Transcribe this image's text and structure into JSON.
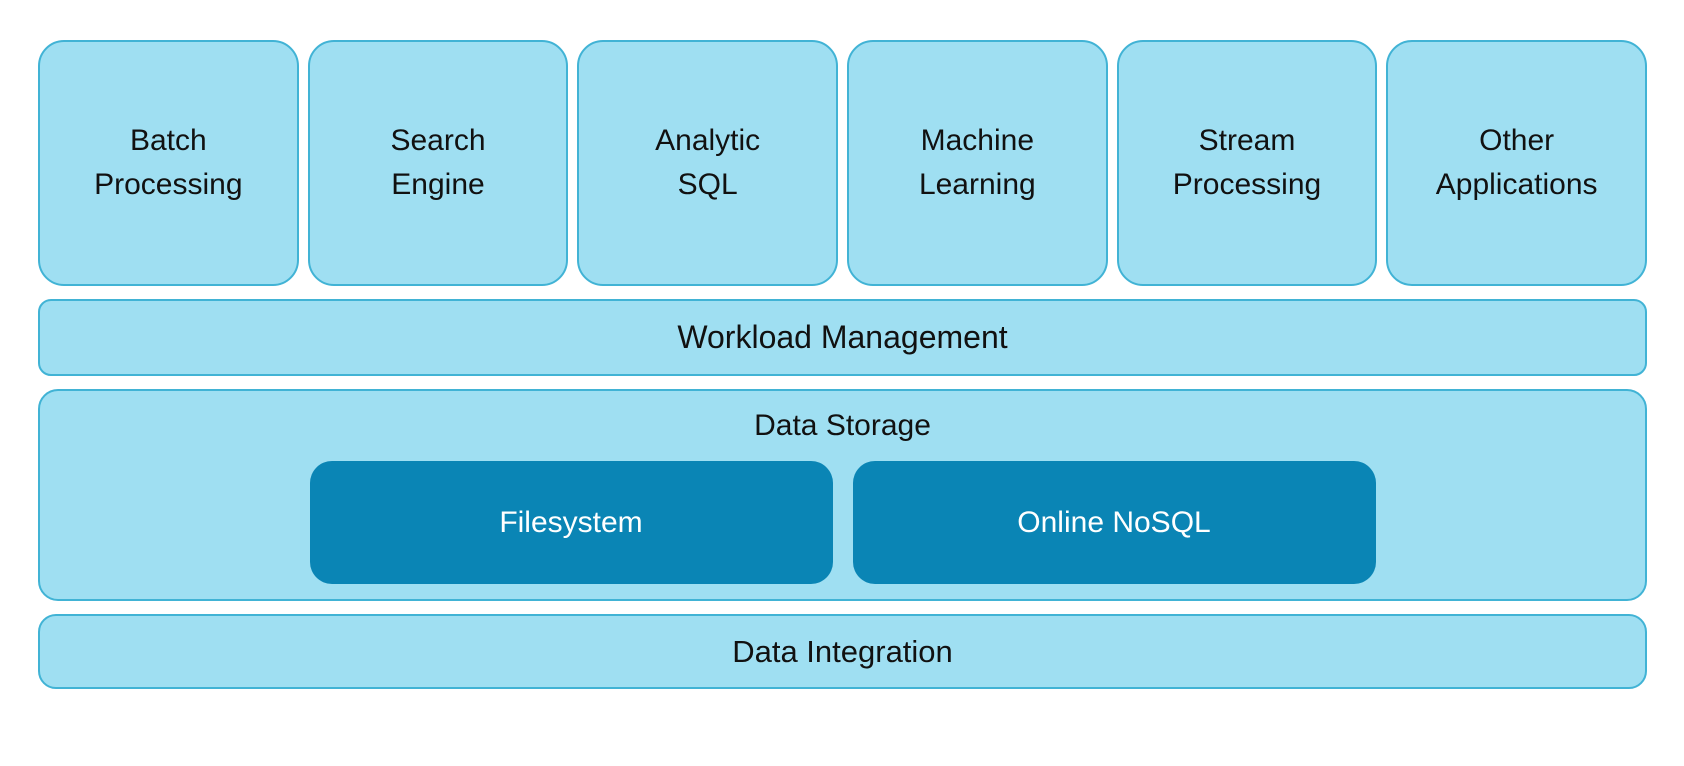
{
  "colors": {
    "box_fill": "#9fdff2",
    "box_border": "#41b3d5",
    "dark_fill": "#0a85b5",
    "text_dark": "#111111",
    "text_light": "#ffffff",
    "page_bg": "#ffffff"
  },
  "applications": {
    "items": [
      {
        "line1": "Batch",
        "line2": "Processing"
      },
      {
        "line1": "Search",
        "line2": "Engine"
      },
      {
        "line1": "Analytic",
        "line2": "SQL"
      },
      {
        "line1": "Machine",
        "line2": "Learning"
      },
      {
        "line1": "Stream",
        "line2": "Processing"
      },
      {
        "line1": "Other",
        "line2": "Applications"
      }
    ]
  },
  "workload": {
    "label": "Workload Management"
  },
  "storage": {
    "title": "Data Storage",
    "items": [
      {
        "label": "Filesystem"
      },
      {
        "label": "Online NoSQL"
      }
    ]
  },
  "integration": {
    "label": "Data Integration"
  }
}
